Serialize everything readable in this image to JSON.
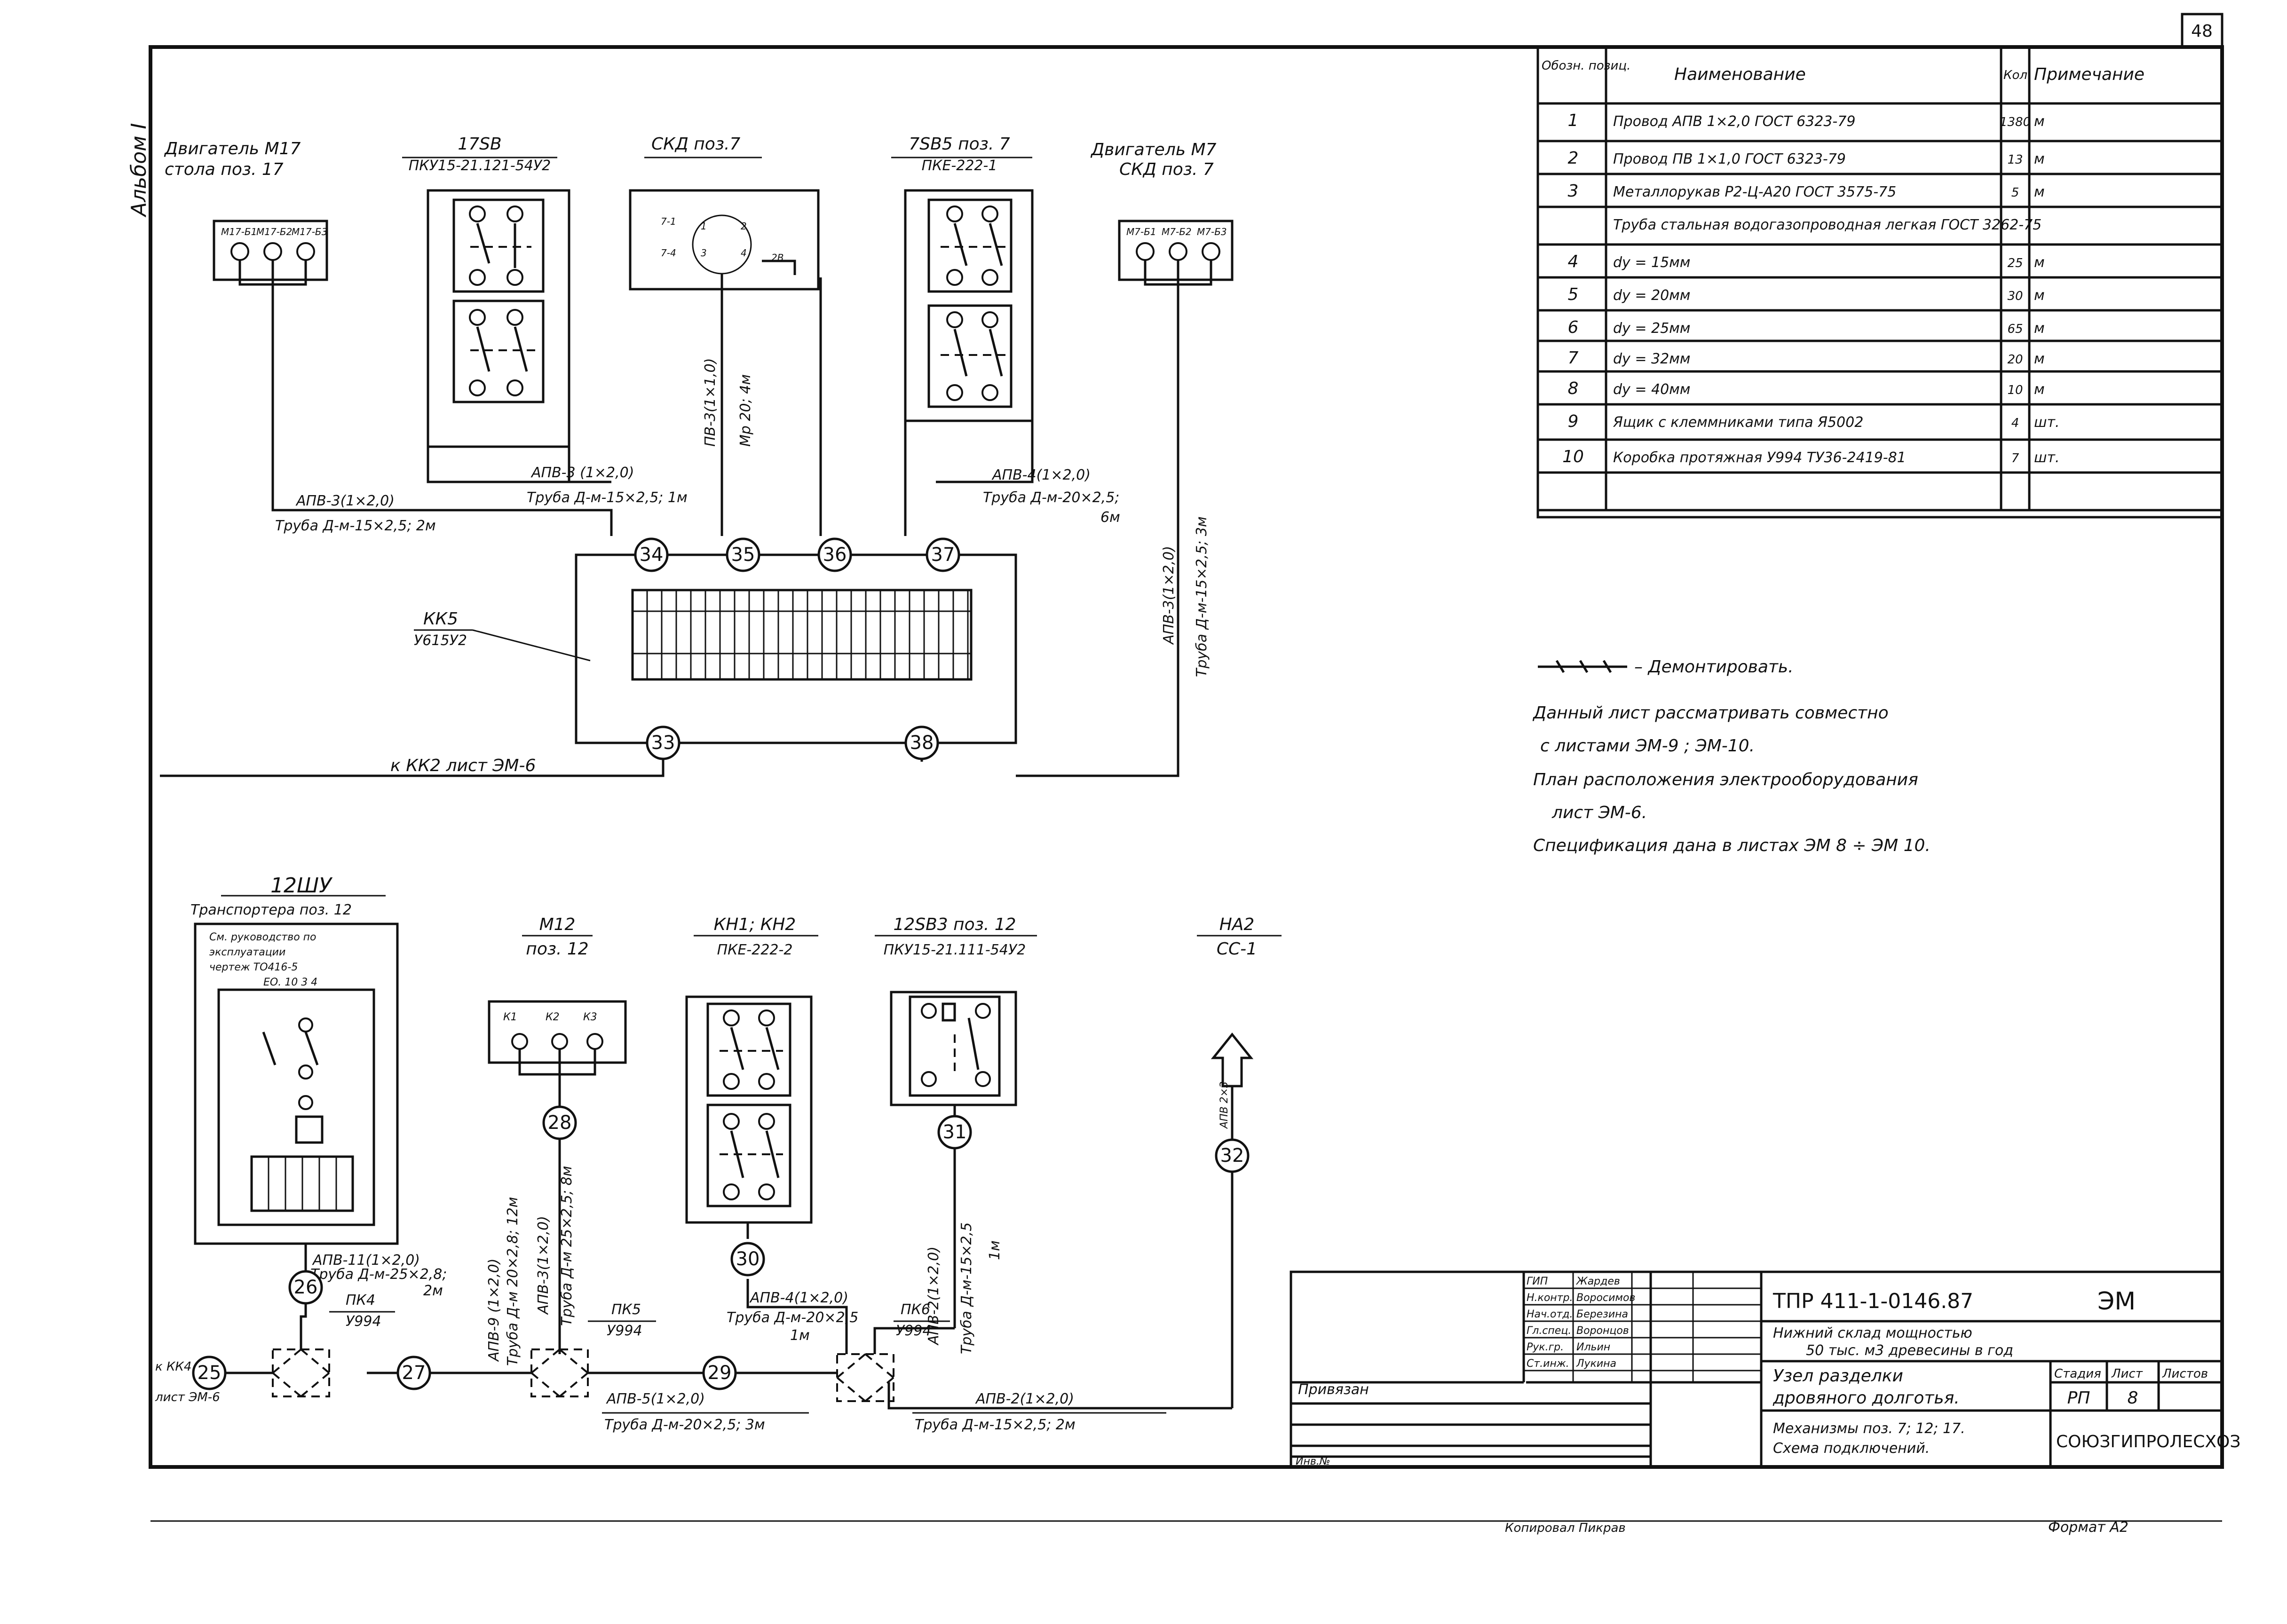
{
  "sheet": {
    "page_number": "48",
    "album_label": "Альбом I",
    "copied_by": "Копировал Пикрав",
    "format": "Формат А2"
  },
  "components": {
    "motor_m17": [
      "Двигатель М17",
      "стола поз. 17"
    ],
    "motor_m17_terms": [
      "М17-Б1",
      "М17-Б2",
      "М17-Б3"
    ],
    "post_17sb": [
      "17SB",
      "ПКУ15-21.121-54У2"
    ],
    "skd": [
      "СКД поз.7"
    ],
    "skd_terms": [
      "7-1",
      "1",
      "2",
      "7-4",
      "3",
      "4",
      "2В"
    ],
    "post_7sb5": [
      "7SB5 поз. 7",
      "ПКЕ-222-1"
    ],
    "motor_m7": [
      "Двигатель М7",
      "СКД поз. 7"
    ],
    "motor_m7_terms": [
      "М7-Б1",
      "М7-Б2",
      "М7-Б3"
    ],
    "kk5": [
      "КК5",
      "У615У2"
    ],
    "box_12shu": [
      "12ШУ",
      "Транспортера поз. 12"
    ],
    "box_12shu_note": [
      "См. руководство по",
      "эксплуатации",
      "чертеж ТО416-5",
      "ЕО. 10 3 4"
    ],
    "motor_m12": [
      "М12",
      "поз. 12"
    ],
    "motor_m12_terms": [
      "К1",
      "К2",
      "К3"
    ],
    "kn": [
      "КН1; КН2",
      "ПКЕ-222-2"
    ],
    "post_12sb3": [
      "12SB3 поз. 12",
      "ПКУ15-21.111-54У2"
    ],
    "ha2": [
      "НА2",
      "СС-1"
    ],
    "pk4": [
      "ПК4",
      "У994"
    ],
    "pk5": [
      "ПК5",
      "У994"
    ],
    "pk6": [
      "ПК6",
      "У994"
    ],
    "kk4_ref": [
      "к КК4",
      "лист ЭМ-6"
    ],
    "kk2_ref": "к КК2 лист ЭМ-6"
  },
  "bubbles": [
    "25",
    "26",
    "27",
    "28",
    "29",
    "30",
    "31",
    "32",
    "33",
    "34",
    "35",
    "36",
    "37",
    "38"
  ],
  "cables": {
    "c34": [
      "АПВ-3(1×2,0)",
      "Труба Д-м-15×2,5; 2м"
    ],
    "c35a": [
      "АПВ-3 (1×2,0)",
      "Труба Д-м-15×2,5; 1м"
    ],
    "c35b": [
      "ПВ-3(1×1,0)",
      "Мр 20; 4м"
    ],
    "c37a": [
      "АПВ-4(1×2,0)",
      "Труба Д-м-20×2,5;",
      "6м"
    ],
    "c37b": [
      "АПВ-3(1×2,0)",
      "Труба Д-м-15×2,5; 3м"
    ],
    "c26": [
      "АПВ-11(1×2,0)",
      "Труба Д-м-25×2,8;",
      "2м"
    ],
    "c28a": [
      "АПВ-9 (1×2,0)",
      "Труба Д-м 20×2,8; 12м"
    ],
    "c28b": [
      "АПВ-3(1×2,0)",
      "Труба Д-м 25×2,5; 8м"
    ],
    "c30": [
      "АПВ-4(1×2,0)",
      "Труба Д-м-20×2,5",
      "1м"
    ],
    "c31": [
      "АПВ-2(1×2,0)",
      "Труба Д-м-15×2,5",
      "1м"
    ],
    "c29": [
      "АПВ-5(1×2,0)",
      "Труба Д-м-20×2,5; 3м"
    ],
    "c32": [
      "АПВ-2(1×2,0)",
      "Труба Д-м-15×2,5; 2м"
    ],
    "c32v": "АПВ 2×3"
  },
  "spec": {
    "headers": [
      "Обозн. позиц.",
      "Наименование",
      "Кол.",
      "Примечание"
    ],
    "rows": [
      {
        "pos": "1",
        "name": "Провод АПВ 1×2,0  ГОСТ 6323-79",
        "qty": "1380",
        "note": "м"
      },
      {
        "pos": "2",
        "name": "Провод ПВ 1×1,0  ГОСТ 6323-79",
        "qty": "13",
        "note": "м"
      },
      {
        "pos": "3",
        "name": "Металлорукав Р2-Ц-А20 ГОСТ 3575-75",
        "qty": "5",
        "note": "м"
      },
      {
        "pos": "",
        "name": "Труба стальная водогазопроводная легкая  ГОСТ 3262-75",
        "qty": "",
        "note": ""
      },
      {
        "pos": "4",
        "name": "dу = 15мм",
        "qty": "25",
        "note": "м"
      },
      {
        "pos": "5",
        "name": "dу = 20мм",
        "qty": "30",
        "note": "м"
      },
      {
        "pos": "6",
        "name": "dу = 25мм",
        "qty": "65",
        "note": "м"
      },
      {
        "pos": "7",
        "name": "dу = 32мм",
        "qty": "20",
        "note": "м"
      },
      {
        "pos": "8",
        "name": "dу = 40мм",
        "qty": "10",
        "note": "м"
      },
      {
        "pos": "9",
        "name": "Ящик с клеммниками типа Я5002",
        "qty": "4",
        "note": "шт."
      },
      {
        "pos": "10",
        "name": "Коробка протяжная У994 ТУ36-2419-81",
        "qty": "7",
        "note": "шт."
      }
    ]
  },
  "notes": {
    "legend": "– Демонтировать.",
    "lines": [
      "Данный лист рассматривать совместно",
      "с листами ЭМ-9 ; ЭМ-10.",
      "План расположения электрооборудования",
      "лист ЭМ-6.",
      "Спецификация дана в листах ЭМ 8 ÷ ЭМ 10."
    ]
  },
  "title_block": {
    "roles": [
      "ГИП",
      "Н.контр.",
      "Нач.отд.",
      "Гл.спец.",
      "Рук.гр.",
      "Ст.инж."
    ],
    "names": [
      "Жардев",
      "Воросимов",
      "Березина",
      "Воронцов",
      "Ильин",
      "Лукина"
    ],
    "doc_code": "ТПР 411-1-0146.87",
    "mark": "ЭМ",
    "object": [
      "Нижний склад мощностью",
      "50 тыс. м3 древесины в год"
    ],
    "title": [
      "Узел разделки",
      "дровяного долготья."
    ],
    "subtitle": [
      "Механизмы поз. 7; 12; 17.",
      "Схема подключений."
    ],
    "stage_headers": [
      "Стадия",
      "Лист",
      "Листов"
    ],
    "stage": "РП",
    "sheet": "8",
    "org": "СОЮЗГИПРОЛЕСХОЗ",
    "privyazan": "Привязан",
    "inv": "Инв.№"
  }
}
